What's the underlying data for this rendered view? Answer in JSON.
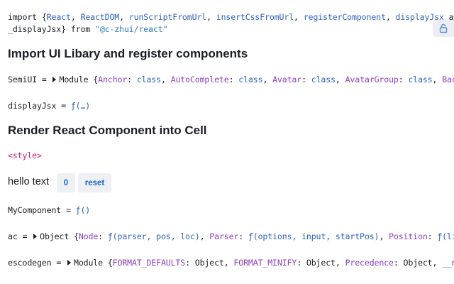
{
  "import_line": {
    "kw_import": "import",
    "brace_open": " {",
    "names": [
      "React",
      "ReactDOM",
      "runScriptFromUrl",
      "insertCssFromUrl",
      "registerComponent",
      "displayJsx"
    ],
    "kw_as": " as",
    "line2_name": "_displayJsx",
    "brace_close": "} ",
    "kw_from": "from",
    "module_path": "\"@c-zhui/react\""
  },
  "lock_button": {
    "icon": "lock-icon"
  },
  "heading1": "Import UI Libary and register components",
  "semiui": {
    "var": "SemiUI",
    "eq": " = ",
    "type": "Module",
    "open": " {",
    "entries": [
      {
        "key": "Anchor",
        "val": "class"
      },
      {
        "key": "AutoComplete",
        "val": "class"
      },
      {
        "key": "Avatar",
        "val": "class"
      },
      {
        "key": "AvatarGroup",
        "val": "class"
      },
      {
        "key": "BackTop",
        "val": ""
      }
    ]
  },
  "displayJsx": {
    "var": "displayJsx",
    "eq": " = ",
    "val": "ƒ(…)"
  },
  "heading2": "Render React Component into Cell",
  "style_tag": "<style>",
  "hello": {
    "text": "hello text",
    "count": "0",
    "reset": "reset"
  },
  "mycomponent": {
    "var": "MyComponent",
    "eq": " = ",
    "val": "ƒ()"
  },
  "ac": {
    "var": "ac",
    "eq": " = ",
    "type": "Object",
    "open": " {",
    "entries": [
      {
        "key": "Node",
        "val": "ƒ(parser, pos, loc)"
      },
      {
        "key": "Parser",
        "val": "ƒ(options, input, startPos)"
      },
      {
        "key": "Position",
        "val": "ƒ(line,"
      }
    ]
  },
  "escodegen": {
    "var": "escodegen",
    "eq": " = ",
    "type": "Module",
    "open": " {",
    "entries": [
      {
        "key": "FORMAT_DEFAULTS",
        "val": "Object"
      },
      {
        "key": "FORMAT_MINIFY",
        "val": "Object"
      },
      {
        "key": "Precedence",
        "val": "Object"
      },
      {
        "key": "__modul",
        "val": ""
      }
    ]
  },
  "colors": {
    "name": "#2e62b7",
    "key": "#8a3ec0",
    "string": "#2f7bbf",
    "tag": "#c8267f",
    "button_text": "#1a63d6",
    "button_bg": "#eef0f3"
  }
}
